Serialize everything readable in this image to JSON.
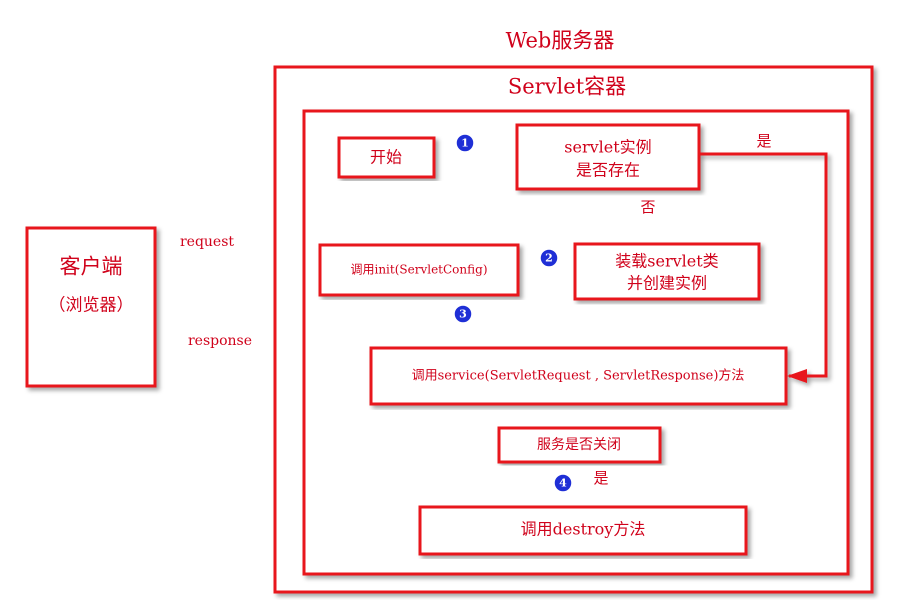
{
  "titles": {
    "web_server": "Web服务器",
    "servlet_container": "Servlet容器"
  },
  "client": {
    "line1": "客户端",
    "line2": "（浏览器）"
  },
  "arrows": {
    "request": "request",
    "response": "response"
  },
  "nodes": {
    "start": "开始",
    "exists_line1": "servlet实例",
    "exists_line2": "是否存在",
    "load_line1": "装载servlet类",
    "load_line2": "并创建实例",
    "init": "调用init(ServletConfig)",
    "service": "调用service(ServletRequest , ServletResponse)方法",
    "shutdown": "服务是否关闭",
    "destroy": "调用destroy方法"
  },
  "edge_labels": {
    "yes_top": "是",
    "no": "否",
    "yes_bottom": "是"
  },
  "step_badges": [
    "1",
    "2",
    "3",
    "4"
  ],
  "colors": {
    "line": "#e8141b",
    "text": "#d0021b",
    "badge": "#1f2fd6"
  }
}
